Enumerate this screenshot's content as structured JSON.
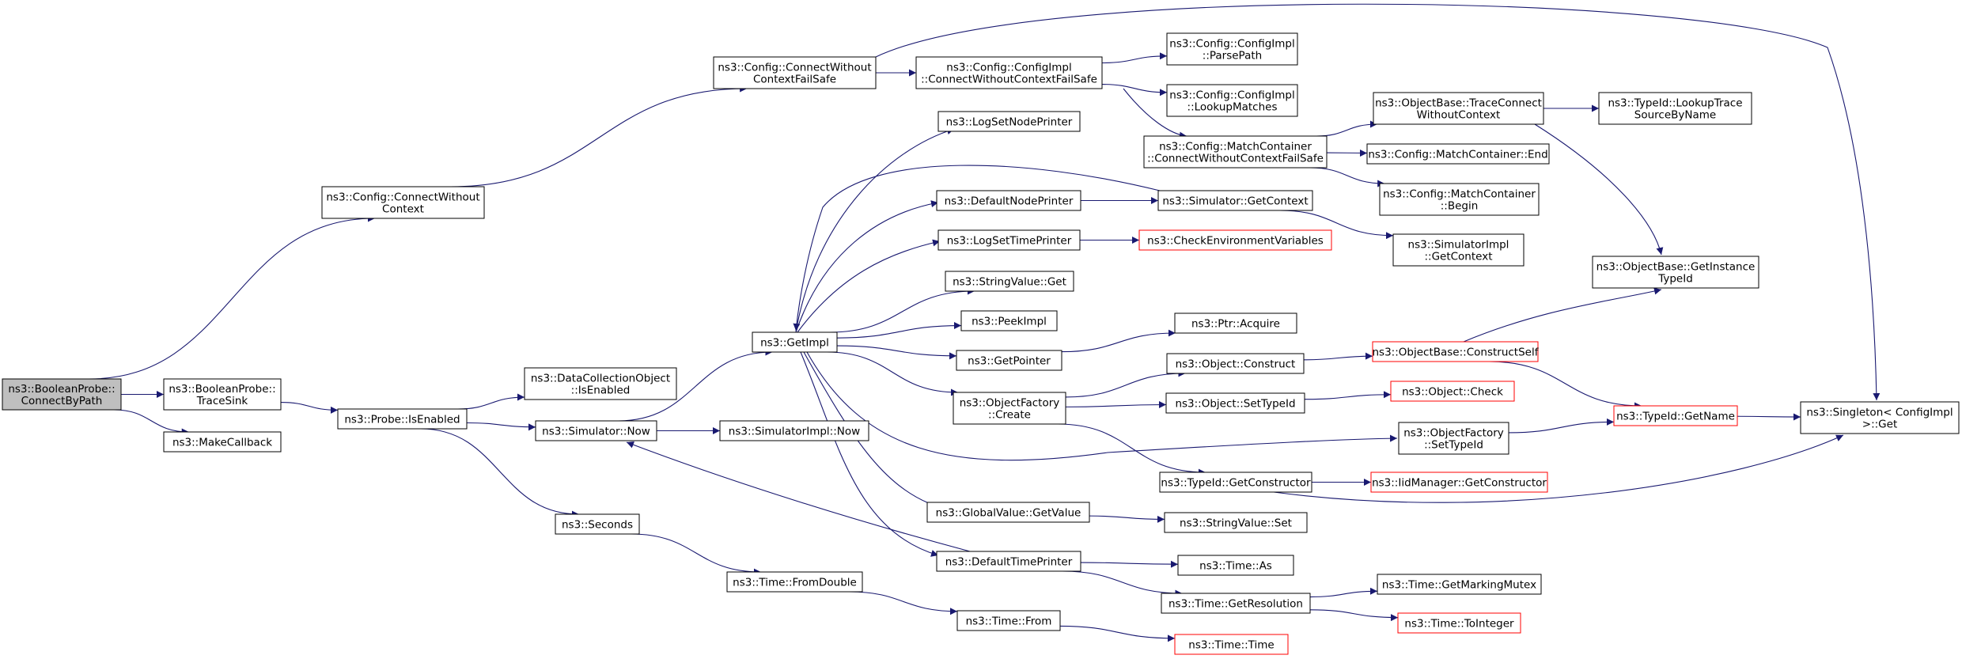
{
  "colors": {
    "edge": "#191970",
    "node_border": "#000000",
    "node_border_truncated": "#ff0000",
    "root_fill": "#bfbfbf",
    "node_fill": "#ffffff"
  },
  "nodes": [
    {
      "id": "root",
      "lines": [
        "ns3::BooleanProbe::",
        "ConnectByPath"
      ],
      "root": true
    },
    {
      "id": "traceSink",
      "lines": [
        "ns3::BooleanProbe::",
        "TraceSink"
      ]
    },
    {
      "id": "makeCallback",
      "lines": [
        "ns3::MakeCallback"
      ]
    },
    {
      "id": "cwc",
      "lines": [
        "ns3::Config::ConnectWithout",
        "Context"
      ]
    },
    {
      "id": "isEnabled",
      "lines": [
        "ns3::Probe::IsEnabled"
      ]
    },
    {
      "id": "dcoIsEnabled",
      "lines": [
        "ns3::DataCollectionObject",
        "::IsEnabled"
      ]
    },
    {
      "id": "simNow",
      "lines": [
        "ns3::Simulator::Now"
      ]
    },
    {
      "id": "seconds",
      "lines": [
        "ns3::Seconds"
      ]
    },
    {
      "id": "cwcfs",
      "lines": [
        "ns3::Config::ConnectWithout",
        "ContextFailSafe"
      ]
    },
    {
      "id": "getImpl",
      "lines": [
        "ns3::GetImpl"
      ]
    },
    {
      "id": "simImplNow",
      "lines": [
        "ns3::SimulatorImpl::Now"
      ]
    },
    {
      "id": "fromDouble",
      "lines": [
        "ns3::Time::FromDouble"
      ]
    },
    {
      "id": "ciCwcfs",
      "lines": [
        "ns3::Config::ConfigImpl",
        "::ConnectWithoutContextFailSafe"
      ]
    },
    {
      "id": "logSetNodePrinter",
      "lines": [
        "ns3::LogSetNodePrinter"
      ]
    },
    {
      "id": "defaultNodePrinter",
      "lines": [
        "ns3::DefaultNodePrinter"
      ]
    },
    {
      "id": "logSetTimePrinter",
      "lines": [
        "ns3::LogSetTimePrinter"
      ]
    },
    {
      "id": "stringValueGet",
      "lines": [
        "ns3::StringValue::Get"
      ]
    },
    {
      "id": "peekImpl",
      "lines": [
        "ns3::PeekImpl"
      ]
    },
    {
      "id": "getPointer",
      "lines": [
        "ns3::GetPointer"
      ]
    },
    {
      "id": "ofCreate",
      "lines": [
        "ns3::ObjectFactory",
        "::Create"
      ]
    },
    {
      "id": "gvGetValue",
      "lines": [
        "ns3::GlobalValue::GetValue"
      ]
    },
    {
      "id": "defaultTimePrinter",
      "lines": [
        "ns3::DefaultTimePrinter"
      ]
    },
    {
      "id": "timeFrom",
      "lines": [
        "ns3::Time::From"
      ]
    },
    {
      "id": "parsePath",
      "lines": [
        "ns3::Config::ConfigImpl",
        "::ParsePath"
      ]
    },
    {
      "id": "lookupMatches",
      "lines": [
        "ns3::Config::ConfigImpl",
        "::LookupMatches"
      ]
    },
    {
      "id": "mcCwcfs",
      "lines": [
        "ns3::Config::MatchContainer",
        "::ConnectWithoutContextFailSafe"
      ]
    },
    {
      "id": "simGetContext",
      "lines": [
        "ns3::Simulator::GetContext"
      ]
    },
    {
      "id": "checkEnv",
      "lines": [
        "ns3::CheckEnvironmentVariables"
      ],
      "truncated": true
    },
    {
      "id": "ptrAcquire",
      "lines": [
        "ns3::Ptr::Acquire"
      ]
    },
    {
      "id": "objConstruct",
      "lines": [
        "ns3::Object::Construct"
      ]
    },
    {
      "id": "objSetTypeId",
      "lines": [
        "ns3::Object::SetTypeId"
      ]
    },
    {
      "id": "typeIdGetConstructor",
      "lines": [
        "ns3::TypeId::GetConstructor"
      ]
    },
    {
      "id": "svSet",
      "lines": [
        "ns3::StringValue::Set"
      ]
    },
    {
      "id": "timeAs",
      "lines": [
        "ns3::Time::As"
      ]
    },
    {
      "id": "timeGetResolution",
      "lines": [
        "ns3::Time::GetResolution"
      ]
    },
    {
      "id": "timeTime",
      "lines": [
        "ns3::Time::Time"
      ],
      "truncated": true
    },
    {
      "id": "obTraceConnect",
      "lines": [
        "ns3::ObjectBase::TraceConnect",
        "WithoutContext"
      ]
    },
    {
      "id": "mcEnd",
      "lines": [
        "ns3::Config::MatchContainer::End"
      ]
    },
    {
      "id": "mcBegin",
      "lines": [
        "ns3::Config::MatchContainer",
        "::Begin"
      ]
    },
    {
      "id": "simImplGetContext",
      "lines": [
        "ns3::SimulatorImpl",
        "::GetContext"
      ]
    },
    {
      "id": "obConstructSelf",
      "lines": [
        "ns3::ObjectBase::ConstructSelf"
      ],
      "truncated": true
    },
    {
      "id": "objCheck",
      "lines": [
        "ns3::Object::Check"
      ],
      "truncated": true
    },
    {
      "id": "ofSetTypeId",
      "lines": [
        "ns3::ObjectFactory",
        "::SetTypeId"
      ]
    },
    {
      "id": "iidGetConstructor",
      "lines": [
        "ns3::IidManager::GetConstructor"
      ],
      "truncated": true
    },
    {
      "id": "timeGetMarkingMutex",
      "lines": [
        "ns3::Time::GetMarkingMutex"
      ]
    },
    {
      "id": "timeToInteger",
      "lines": [
        "ns3::Time::ToInteger"
      ],
      "truncated": true
    },
    {
      "id": "lookupTraceSource",
      "lines": [
        "ns3::TypeId::LookupTrace",
        "SourceByName"
      ]
    },
    {
      "id": "obGetInstanceTypeId",
      "lines": [
        "ns3::ObjectBase::GetInstance",
        "TypeId"
      ]
    },
    {
      "id": "typeIdGetName",
      "lines": [
        "ns3::TypeId::GetName"
      ],
      "truncated": true
    },
    {
      "id": "singletonGet",
      "lines": [
        "ns3::Singleton< ConfigImpl",
        " >::Get"
      ]
    }
  ],
  "edges": [
    [
      "root",
      "traceSink"
    ],
    [
      "root",
      "makeCallback"
    ],
    [
      "root",
      "cwc"
    ],
    [
      "traceSink",
      "isEnabled"
    ],
    [
      "cwc",
      "cwcfs"
    ],
    [
      "isEnabled",
      "dcoIsEnabled"
    ],
    [
      "isEnabled",
      "simNow"
    ],
    [
      "isEnabled",
      "seconds"
    ],
    [
      "simNow",
      "getImpl"
    ],
    [
      "simNow",
      "simImplNow"
    ],
    [
      "seconds",
      "fromDouble"
    ],
    [
      "fromDouble",
      "timeFrom"
    ],
    [
      "timeFrom",
      "timeTime"
    ],
    [
      "cwcfs",
      "ciCwcfs"
    ],
    [
      "cwcfs",
      "singletonGet"
    ],
    [
      "ciCwcfs",
      "parsePath"
    ],
    [
      "ciCwcfs",
      "lookupMatches"
    ],
    [
      "ciCwcfs",
      "mcCwcfs"
    ],
    [
      "mcCwcfs",
      "obTraceConnect"
    ],
    [
      "mcCwcfs",
      "mcEnd"
    ],
    [
      "mcCwcfs",
      "mcBegin"
    ],
    [
      "obTraceConnect",
      "lookupTraceSource"
    ],
    [
      "obTraceConnect",
      "obGetInstanceTypeId"
    ],
    [
      "getImpl",
      "logSetNodePrinter"
    ],
    [
      "getImpl",
      "defaultNodePrinter"
    ],
    [
      "getImpl",
      "logSetTimePrinter"
    ],
    [
      "getImpl",
      "stringValueGet"
    ],
    [
      "getImpl",
      "peekImpl"
    ],
    [
      "getImpl",
      "getPointer"
    ],
    [
      "getImpl",
      "ofCreate"
    ],
    [
      "getImpl",
      "gvGetValue"
    ],
    [
      "getImpl",
      "defaultTimePrinter"
    ],
    [
      "getImpl",
      "ofSetTypeId"
    ],
    [
      "simGetContext",
      "getImpl"
    ],
    [
      "defaultTimePrinter",
      "simNow"
    ],
    [
      "defaultNodePrinter",
      "simGetContext"
    ],
    [
      "simGetContext",
      "simImplGetContext"
    ],
    [
      "logSetTimePrinter",
      "checkEnv"
    ],
    [
      "getPointer",
      "ptrAcquire"
    ],
    [
      "ofCreate",
      "objConstruct"
    ],
    [
      "ofCreate",
      "objSetTypeId"
    ],
    [
      "ofCreate",
      "typeIdGetConstructor"
    ],
    [
      "objConstruct",
      "obConstructSelf"
    ],
    [
      "objSetTypeId",
      "objCheck"
    ],
    [
      "typeIdGetConstructor",
      "iidGetConstructor"
    ],
    [
      "typeIdGetConstructor",
      "singletonGet"
    ],
    [
      "gvGetValue",
      "svSet"
    ],
    [
      "defaultTimePrinter",
      "timeAs"
    ],
    [
      "defaultTimePrinter",
      "timeGetResolution"
    ],
    [
      "timeGetResolution",
      "timeGetMarkingMutex"
    ],
    [
      "timeGetResolution",
      "timeToInteger"
    ],
    [
      "obConstructSelf",
      "obGetInstanceTypeId"
    ],
    [
      "obConstructSelf",
      "typeIdGetName"
    ],
    [
      "ofSetTypeId",
      "typeIdGetName"
    ],
    [
      "typeIdGetName",
      "singletonGet"
    ]
  ]
}
